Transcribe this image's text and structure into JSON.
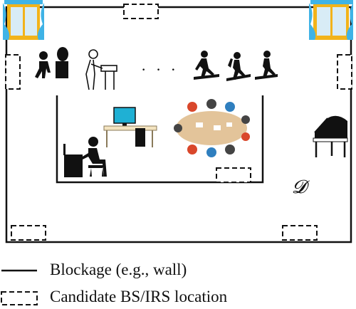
{
  "room": {
    "ellipsis": "· · ·",
    "destination_label": "𝓓"
  },
  "legend": {
    "blockage_label": "Blockage (e.g., wall)",
    "candidate_label": "Candidate BS/IRS location"
  },
  "colors": {
    "line": "#111111",
    "window_frame": "#f2b31a",
    "window_glass": "#d8ecf6",
    "curtain": "#3fb3e6",
    "monitor": "#1fb0d4",
    "desk": "#f3e3bf",
    "table": "#e3c49a"
  },
  "icons": [
    "window-icon",
    "curtain-icon",
    "worker-icon",
    "person-at-desk-icon",
    "treadmill-icon",
    "computer-icon",
    "meeting-table-icon",
    "office-worker-icon",
    "piano-icon"
  ]
}
